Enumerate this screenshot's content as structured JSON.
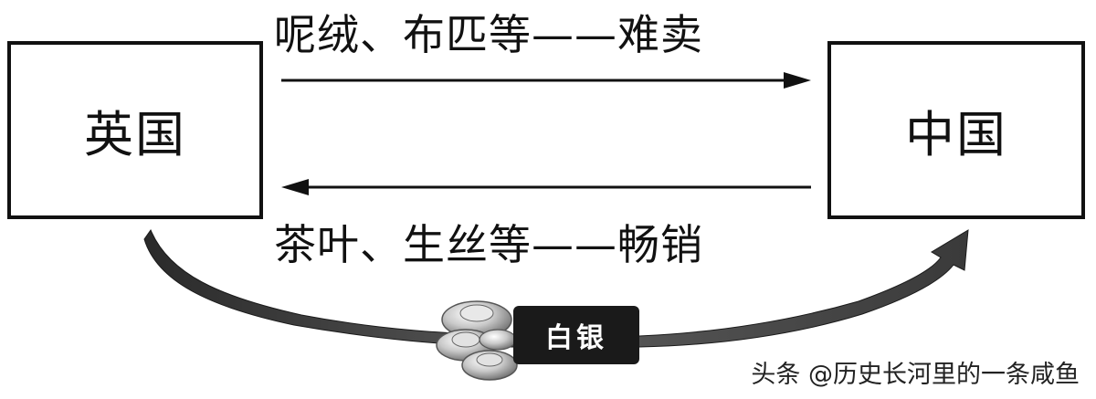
{
  "diagram": {
    "left_box": {
      "label": "英国"
    },
    "right_box": {
      "label": "中国"
    },
    "export_flow": {
      "label": "呢绒、布匹等——难卖"
    },
    "import_flow": {
      "label": "茶叶、生丝等——畅销"
    },
    "silver_flow": {
      "label": "白银"
    }
  },
  "watermark": {
    "text": "头条 @历史长河里的一条咸鱼"
  }
}
